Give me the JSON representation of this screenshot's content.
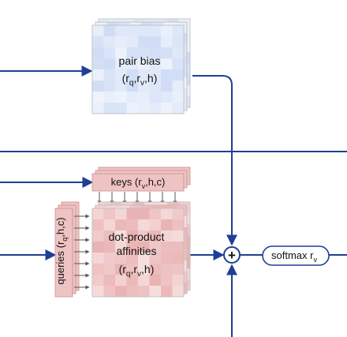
{
  "colors": {
    "line": "#1f3f94",
    "blue_cell_light": "#eef3fc",
    "blue_cell_dark": "#c9d8f3",
    "red_cell_light": "#f7dede",
    "red_cell_dark": "#e7a9a9",
    "keys_fill": "#efc3c3",
    "queries_fill": "#efc3c3",
    "node_border": "#1f3f94"
  },
  "icons": {
    "plus": "plus-icon"
  },
  "pair_bias": {
    "line1": "pair bias",
    "line2": "(r",
    "sub_q": "q",
    "comma1": ",r",
    "sub_v": "v",
    "tail": ",h)"
  },
  "keys": {
    "prefix": "keys (r",
    "sub": "v",
    "tail": ",h,c)"
  },
  "queries": {
    "prefix": "queries (r",
    "sub": "q",
    "tail": ",h,c)"
  },
  "affinities": {
    "line1": "dot-product",
    "line2": "affinities",
    "line3_prefix": "(r",
    "sub_q": "q",
    "comma": ",r",
    "sub_v": "v",
    "tail": ",h)"
  },
  "add_node": {
    "symbol": "+"
  },
  "softmax": {
    "prefix": "softmax r",
    "sub": "v"
  }
}
